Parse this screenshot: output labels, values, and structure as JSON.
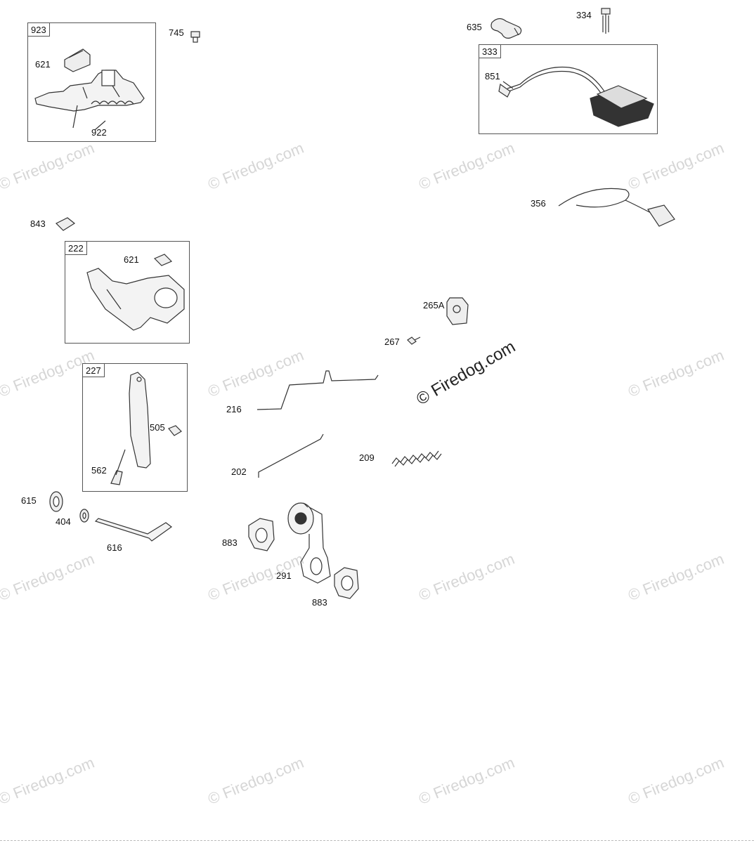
{
  "watermark_text": "© Firedog.com",
  "featured_watermark_text": "© Firedog.com",
  "groups": [
    {
      "id": "923",
      "label": "923"
    },
    {
      "id": "333",
      "label": "333"
    },
    {
      "id": "222",
      "label": "222"
    },
    {
      "id": "227",
      "label": "227"
    }
  ],
  "parts": {
    "p923_621": "621",
    "p922": "922",
    "p745": "745",
    "p635": "635",
    "p334": "334",
    "p851": "851",
    "p356": "356",
    "p843": "843",
    "p222_621": "621",
    "p265A": "265A",
    "p267": "267",
    "p505": "505",
    "p562": "562",
    "p216": "216",
    "p202": "202",
    "p209": "209",
    "p615": "615",
    "p404": "404",
    "p616": "616",
    "p883a": "883",
    "p291": "291",
    "p883b": "883"
  },
  "colors": {
    "line": "#333333",
    "watermark": "#d6d6d6",
    "box_border": "#555555"
  }
}
